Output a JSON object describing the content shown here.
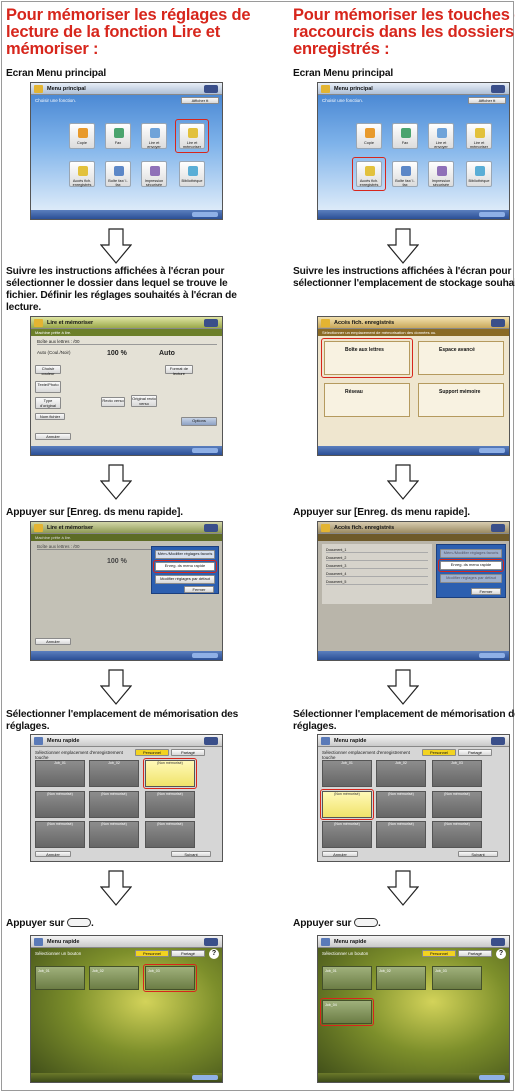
{
  "left": {
    "title": "Pour mémoriser les réglages de lecture de la fonction Lire et mémoriser :",
    "steps": [
      "Ecran Menu principal",
      "Suivre les instructions affichées à l'écran pour sélectionner le dossier dans lequel se trouve le fichier. Définir les réglages souhaités à l'écran de lecture.",
      "Appuyer sur [Enreg. ds menu rapide].",
      "Sélectionner l'emplacement de mémorisation des réglages.",
      "Appuyer sur"
    ]
  },
  "right": {
    "title": "Pour mémoriser les touches de raccourcis dans les dossiers enregistrés :",
    "steps": [
      "Ecran Menu principal",
      "Suivre les instructions affichées à l'écran pour sélectionner l'emplacement de stockage souhaité.",
      "Appuyer sur [Enreg. ds menu rapide].",
      "Sélectionner l'emplacement de mémorisation des réglages.",
      "Appuyer sur"
    ]
  },
  "step_suffix": ".",
  "screens": {
    "menu_title": "Menu principal",
    "menu_sub": "Choisir une fonction.",
    "menu_btn": "Afficher tt",
    "tiles": [
      "Copie",
      "Fax",
      "Lire et envoyer",
      "Lire et mémoriser",
      "Accès fich. enregistrés",
      "Boîte fax/ I-fax",
      "Impression sécurisée",
      "Bibliothèque"
    ],
    "read_title": "Lire et mémoriser",
    "read_sub": "Machine prête à lire.",
    "read_box": "Boîte aux lettres : /00",
    "read_color": "Auto (Coul./Noir)",
    "read_zoom": "100 %",
    "read_auto": "Auto",
    "read_btns": [
      "Choisir couleur",
      "Format de lecture",
      "Texte/Photo",
      "Type d'original",
      "Recto verso",
      "Original recto verso",
      "Nom fichier",
      "Options"
    ],
    "cancel": "Annuler",
    "access_title": "Accès fich. enregistrés",
    "access_sub": "Sélectionner un emplacement de mémorisation des données ou.",
    "access_items": [
      "Boîte aux lettres",
      "Espace avancé",
      "Réseau",
      "Support mémoire"
    ],
    "popup_items": [
      "Mém./Modifier réglages favoris",
      "Enreg. ds menu rapide",
      "Modifier réglages par défaut",
      "Fermer"
    ],
    "files": [
      "Document_1",
      "Document_2",
      "Document_3",
      "Document_4",
      "Document_5"
    ],
    "quick_title": "Menu rapide",
    "quick_sub": "Sélectionner emplacement d'enregistrement touche",
    "tabs": [
      "Personnel",
      "Partagé"
    ],
    "slots": [
      "Job_01",
      "Job_02",
      "(Non mémorisé)",
      "Job_03",
      "Job_04"
    ],
    "suivant": "Suivant",
    "quick_sub2": "Sélectionner un bouton"
  }
}
